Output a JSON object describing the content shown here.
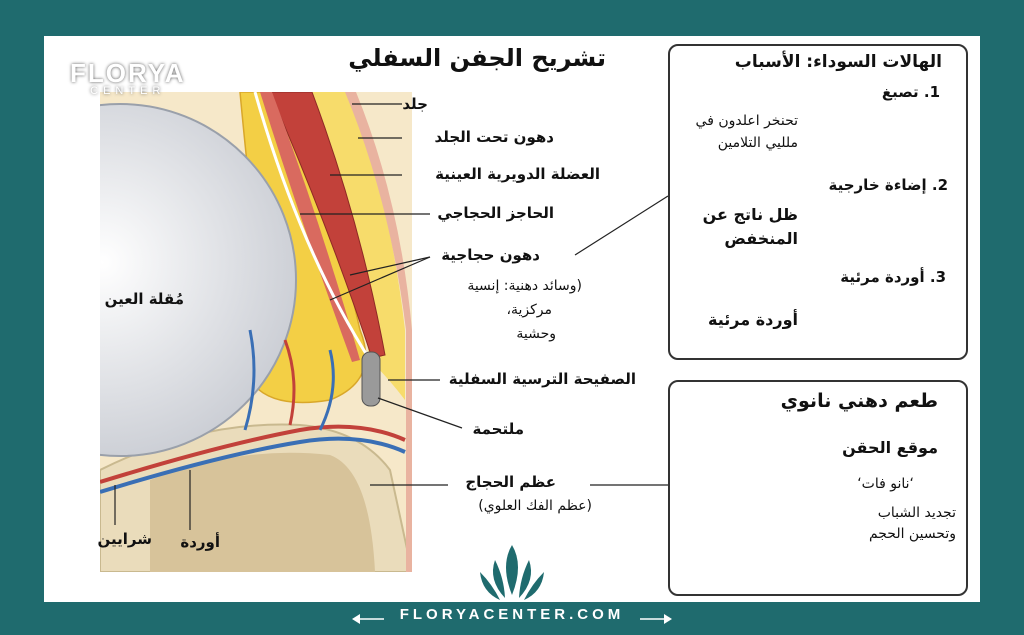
{
  "brand": {
    "logo_main": "FLORYA",
    "logo_sub": "CENTER",
    "footer": "FLORYACENTER.COM",
    "colors": {
      "teal": "#1f6b6e",
      "muscle": "#c2413a",
      "fat": "#f4d24b",
      "vein": "#3a6fb5",
      "bone": "#ede0c2"
    }
  },
  "main": {
    "title": "تشريح الجفن السفلي",
    "labels": {
      "skin": "جلد",
      "subcutaneous_fat": "دهون تحت الجلد",
      "orbicularis": "العضلة الدويرية العينية",
      "septum": "الحاجز الحجاجي",
      "orbital_fat": "دهون حجاجية",
      "orbital_fat_note1": "(وسائد دهنية: إنسية",
      "orbital_fat_note2": "مركزية،",
      "orbital_fat_note3": "وحشية",
      "eyeball": "مُقلة العين",
      "tarsal_plate": "الصفيحة الترسية السفلية",
      "conjunctiva": "ملتحمة",
      "orbital_bone": "عظم الحجاج",
      "orbital_bone_note": "(عظم الفك العلوي)",
      "arteries": "شرايين",
      "veins": "أوردة"
    }
  },
  "dark_circles": {
    "title": "الهالات السوداء: الأسباب",
    "causes": [
      {
        "heading": "1. تصبغ",
        "desc1": "تحنخر اعلدون في",
        "desc2": "ملليي التلامين"
      },
      {
        "heading": "2. إضاءة خارجية",
        "desc1": "ظل ناتج عن",
        "desc2": "المنخفض"
      },
      {
        "heading": "3. أوردة مرئية",
        "desc1": "أوردة مرئية",
        "desc2": ""
      }
    ]
  },
  "nanofat": {
    "title": "طعم دهني نانوي",
    "injection_site": "موقع الحقن",
    "nano_fat": "‘نانو فات‘",
    "result1": "تجديد الشباب",
    "result2": "وتحسين الحجم"
  }
}
